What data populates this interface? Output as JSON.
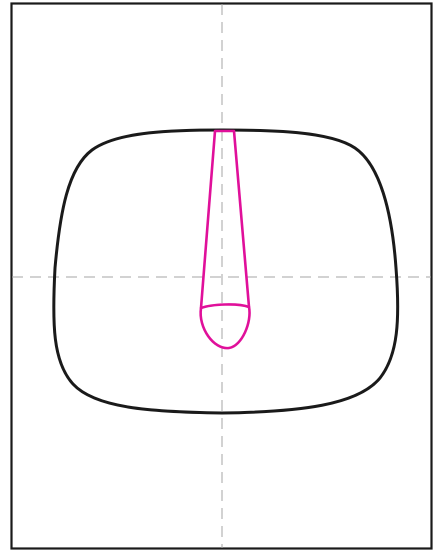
{
  "drawing": {
    "frame_color": "#1a1a1a",
    "guide_color": "#a6a6a6",
    "outline_color": "#1a1a1a",
    "accent_color": "#e0109a",
    "guides": [
      "vertical-centerline",
      "horizontal-centerline"
    ],
    "shapes": [
      "rounded-body-outline",
      "tapered-stem",
      "rounded-tip"
    ]
  }
}
